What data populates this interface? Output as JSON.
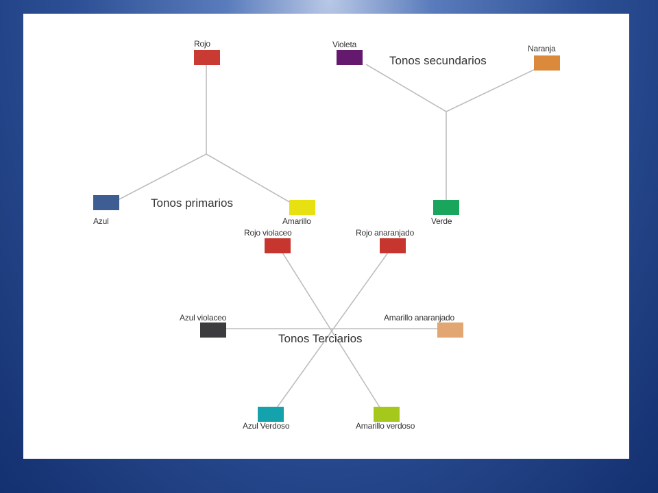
{
  "groups": {
    "primary": {
      "title": "Tonos primarios",
      "colors": [
        {
          "label": "Rojo",
          "hex": "#c83a32"
        },
        {
          "label": "Azul",
          "hex": "#3e5e93"
        },
        {
          "label": "Amarillo",
          "hex": "#e8e112"
        }
      ]
    },
    "secondary": {
      "title": "Tonos secundarios",
      "colors": [
        {
          "label": "Violeta",
          "hex": "#64196e"
        },
        {
          "label": "Naranja",
          "hex": "#db8a3c"
        },
        {
          "label": "Verde",
          "hex": "#1aa55c"
        }
      ]
    },
    "tertiary": {
      "title": "Tonos Terciarios",
      "colors": [
        {
          "label": "Rojo violaceo",
          "hex": "#c6362f"
        },
        {
          "label": "Rojo anaranjado",
          "hex": "#c6362f"
        },
        {
          "label": "Azul violaceo",
          "hex": "#3c3c3e"
        },
        {
          "label": "Amarillo anaranjado",
          "hex": "#e2a672"
        },
        {
          "label": "Azul Verdoso",
          "hex": "#14a2ac"
        },
        {
          "label": "Amarillo verdoso",
          "hex": "#a6c81c"
        }
      ]
    }
  }
}
